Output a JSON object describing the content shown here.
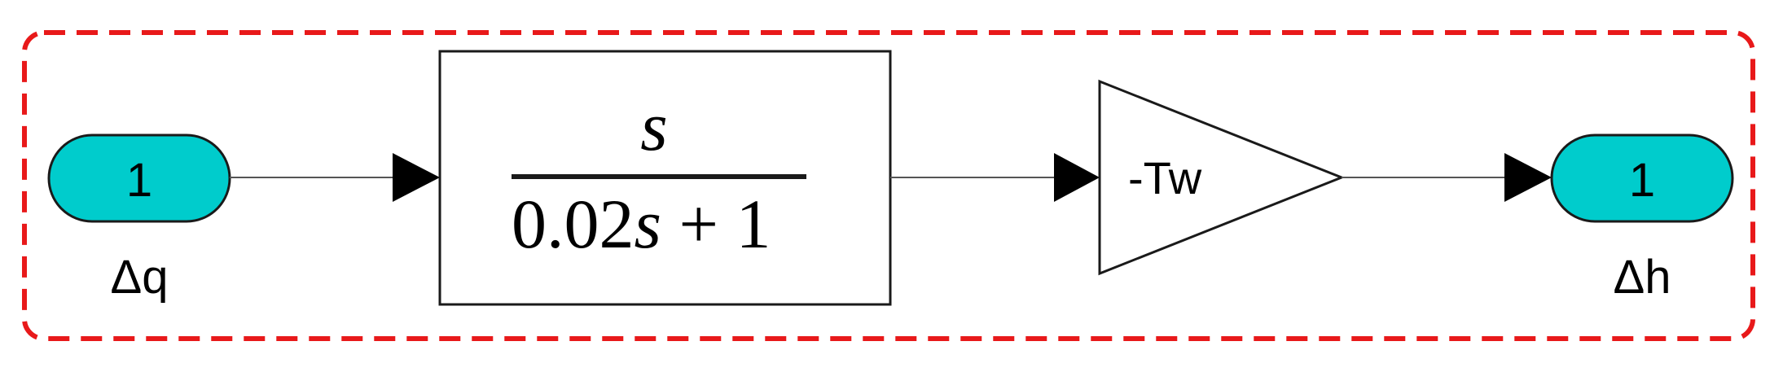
{
  "subsystem": {
    "border_color": "#e8191a"
  },
  "inport": {
    "number": "1",
    "label": "Δq",
    "fill_color": "#00cccc"
  },
  "transfer_fn": {
    "numerator": "s",
    "denominator_coef": "0.02",
    "denominator_var": "s",
    "denominator_rest": " + 1"
  },
  "gain": {
    "label": "-Tw"
  },
  "outport": {
    "number": "1",
    "label": "Δh",
    "fill_color": "#00cccc"
  },
  "colors": {
    "line": "#000000",
    "block_border": "#000000"
  }
}
